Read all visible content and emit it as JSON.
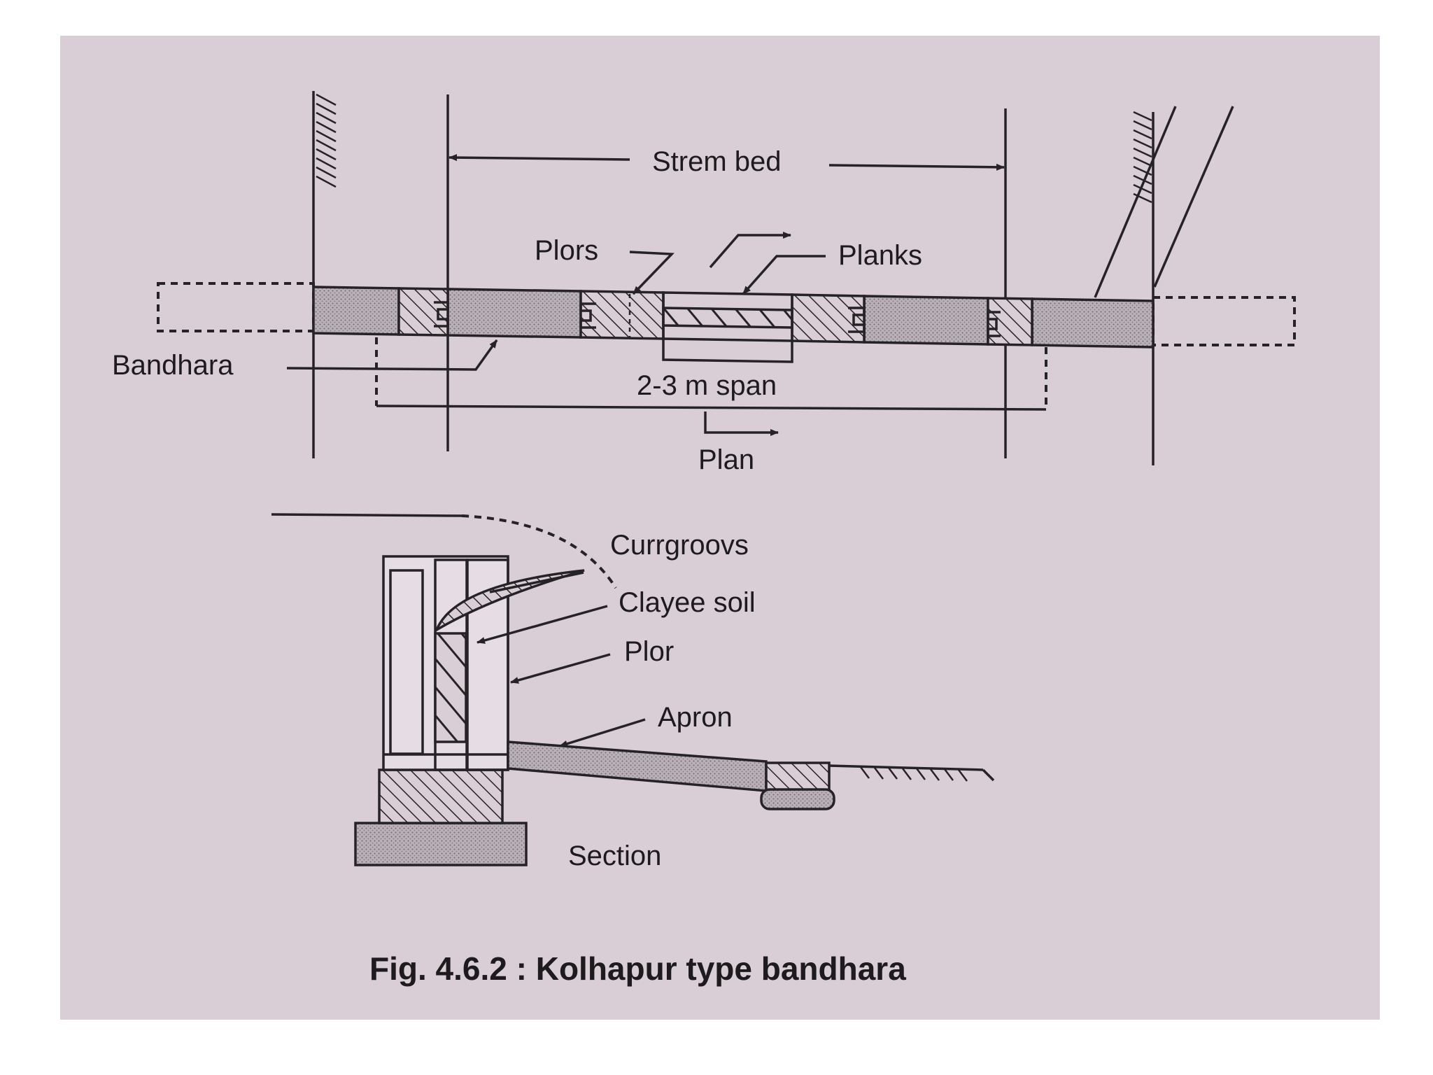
{
  "diagram": {
    "plan_labels": {
      "stream_bed": "Strem bed",
      "plors": "Plors",
      "planks": "Planks",
      "bandhara": "Bandhara",
      "span": "2-3 m span",
      "plan": "Plan"
    },
    "section_labels": {
      "curr_grooves": "Currgroovs",
      "clayee_soil": "Clayee soil",
      "plor": "Plor",
      "apron": "Apron",
      "section": "Section"
    },
    "caption": "Fig. 4.6.2 : Kolhapur type bandhara",
    "colors": {
      "paper": "#d9ced6",
      "ink": "#262326"
    }
  }
}
